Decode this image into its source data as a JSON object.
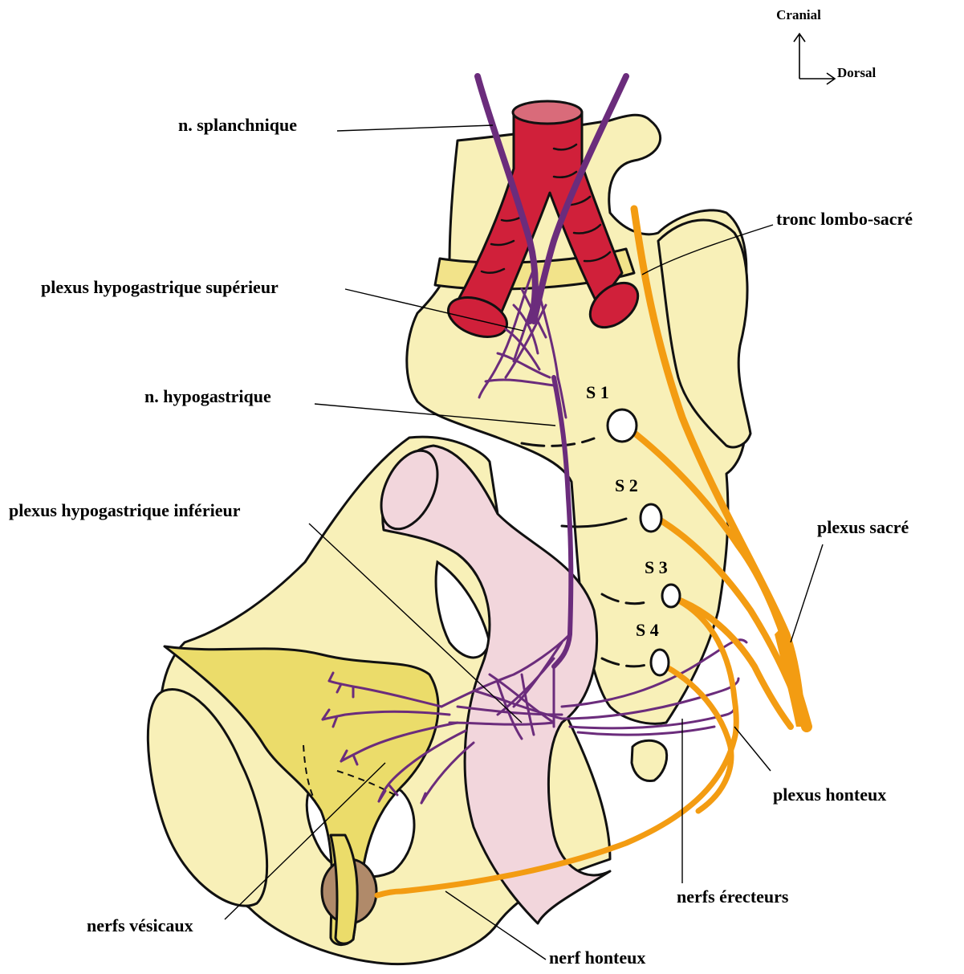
{
  "orientation": {
    "cranial": "Cranial",
    "dorsal": "Dorsal"
  },
  "labels": {
    "n_splanchnique": "n. splanchnique",
    "tronc_lombo_sacre": "tronc lombo-sacré",
    "plexus_hypogastrique_superieur": "plexus hypogastrique supérieur",
    "n_hypogastrique": "n. hypogastrique",
    "plexus_hypogastrique_inferieur": "plexus hypogastrique inférieur",
    "plexus_sacre": "plexus sacré",
    "plexus_honteux": "plexus honteux",
    "nerfs_erecteurs": "nerfs érecteurs",
    "nerfs_vesicaux": "nerfs vésicaux",
    "nerf_honteux": "nerf honteux"
  },
  "foramina": {
    "s1": "S 1",
    "s2": "S 2",
    "s3": "S 3",
    "s4": "S 4"
  },
  "colors": {
    "bone": "#f8f0b8",
    "artery": "#d0203a",
    "artery_top": "#d96b7a",
    "rectum": "#f2d6dc",
    "bladder": "#ebdc6a",
    "prostate": "#b08a6a",
    "purple_nerve": "#6b2c7c",
    "orange_nerve": "#f39c12"
  }
}
